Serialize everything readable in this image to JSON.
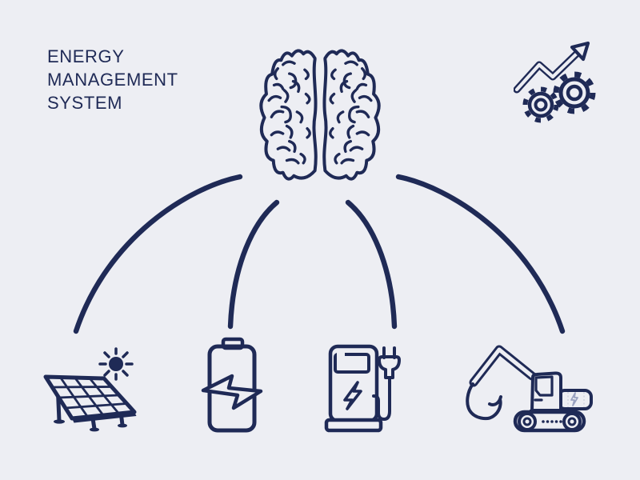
{
  "meta": {
    "kind": "illustration",
    "subject": "Energy management system concept diagram"
  },
  "title": {
    "line1": "ENERGY",
    "line2": "MANAGEMENT",
    "line3": "SYSTEM"
  },
  "colors": {
    "background": "#edeef3",
    "primary": "#1f2a56",
    "muted_accent": "#99a1c0",
    "faint_detail": "#c9cdda"
  },
  "diagram": {
    "hub_icon": "brain-icon",
    "decoration_icon": "growth-chart-gears-icon",
    "node_icons": [
      "solar-panel-icon",
      "battery-icon",
      "ev-charger-icon",
      "electric-excavator-icon"
    ],
    "connector_count": 4
  }
}
